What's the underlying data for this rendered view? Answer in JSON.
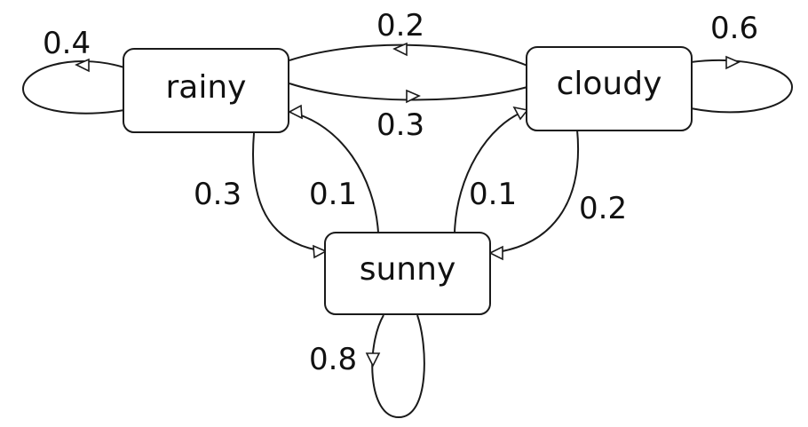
{
  "states": {
    "rainy": "rainy",
    "cloudy": "cloudy",
    "sunny": "sunny"
  },
  "transitions": [
    {
      "id": "rainy-rainy",
      "from": "rainy",
      "to": "rainy",
      "label": "0.4"
    },
    {
      "id": "cloudy-rainy",
      "from": "cloudy",
      "to": "rainy",
      "label": "0.2"
    },
    {
      "id": "cloudy-cloudy",
      "from": "cloudy",
      "to": "cloudy",
      "label": "0.6"
    },
    {
      "id": "rainy-cloudy",
      "from": "rainy",
      "to": "cloudy",
      "label": "0.3"
    },
    {
      "id": "rainy-sunny",
      "from": "rainy",
      "to": "sunny",
      "label": "0.3"
    },
    {
      "id": "sunny-rainy",
      "from": "sunny",
      "to": "rainy",
      "label": "0.1"
    },
    {
      "id": "sunny-cloudy",
      "from": "sunny",
      "to": "cloudy",
      "label": "0.1"
    },
    {
      "id": "cloudy-sunny",
      "from": "cloudy",
      "to": "sunny",
      "label": "0.2"
    },
    {
      "id": "sunny-sunny",
      "from": "sunny",
      "to": "sunny",
      "label": "0.8"
    }
  ]
}
